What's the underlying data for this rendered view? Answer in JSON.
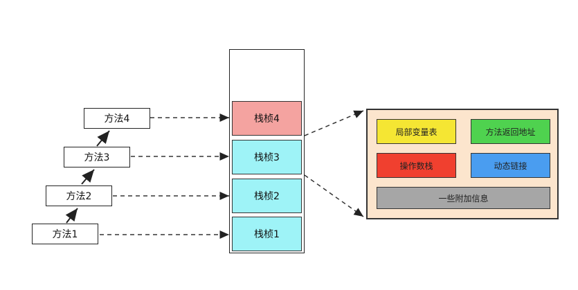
{
  "methods": {
    "m1": "方法1",
    "m2": "方法2",
    "m3": "方法3",
    "m4": "方法4"
  },
  "frames": {
    "f1": "栈桢1",
    "f2": "栈桢2",
    "f3": "栈桢3",
    "f4": "栈桢4"
  },
  "frame_detail": {
    "local_vars": "局部变量表",
    "return_addr": "方法返回地址",
    "operand_stack": "操作数栈",
    "dynamic_link": "动态链接",
    "extra_info": "一些附加信息"
  },
  "colors": {
    "frame_normal": "#9ef3f7",
    "frame_top": "#f4a3a0",
    "detail_bg": "#fce5cd",
    "local_vars": "#f5e633",
    "return_addr": "#4fd24f",
    "operand_stack": "#f0402f",
    "dynamic_link": "#4a9df0",
    "extra_info": "#a6a6a6"
  }
}
